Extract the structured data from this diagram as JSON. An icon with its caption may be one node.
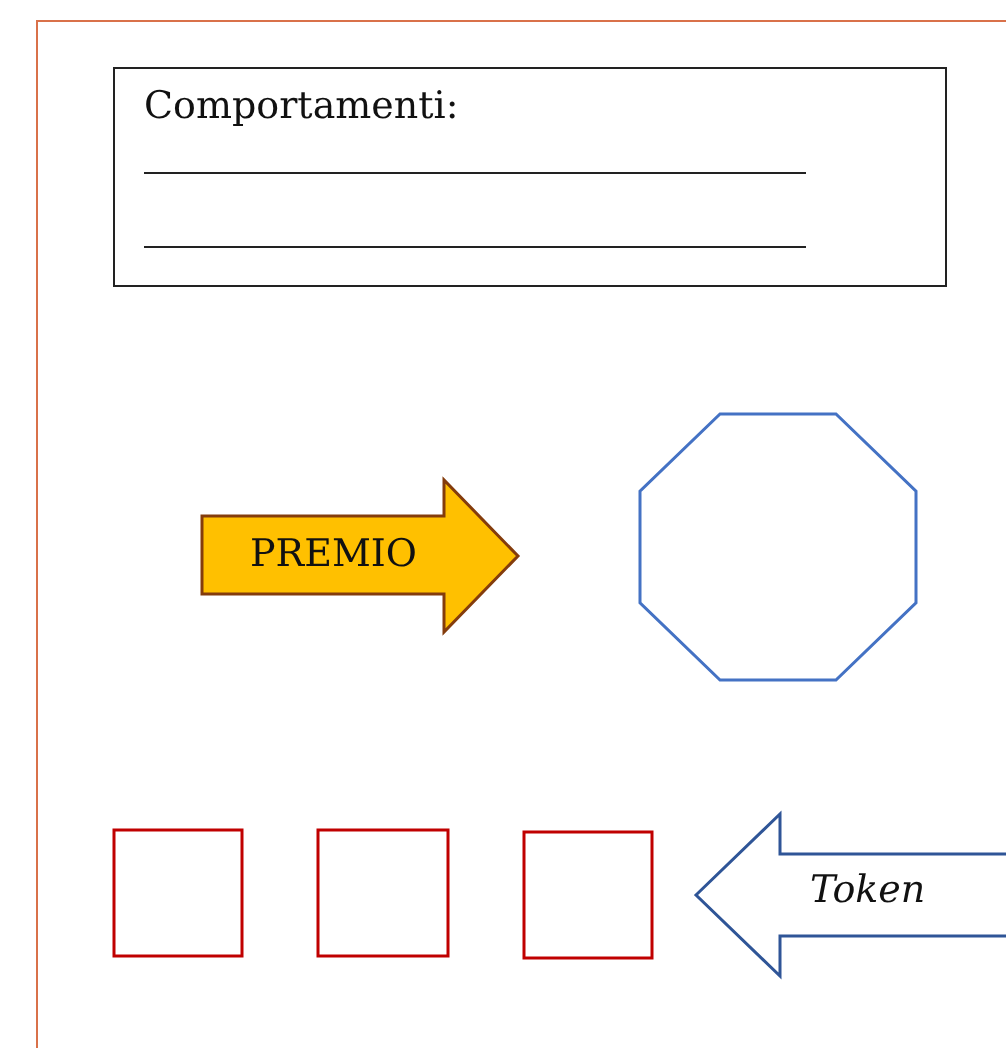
{
  "diagram": {
    "nodes": [
      {
        "text": [
          "Comportamenti:"
        ]
      },
      {
        "text": [
          "PREMIO"
        ]
      },
      {
        "text": [],
        "shape": "octagon"
      },
      {
        "text": [],
        "shape": "box"
      },
      {
        "text": [],
        "shape": "box"
      },
      {
        "text": [],
        "shape": "box"
      },
      {
        "text": [
          "Token"
        ]
      }
    ]
  }
}
